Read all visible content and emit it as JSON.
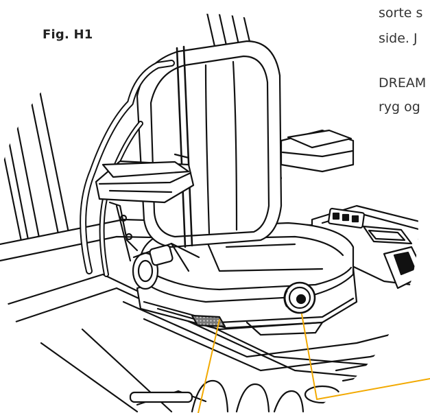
{
  "figure": {
    "label": "Fig. H1"
  },
  "text_lines": [
    "sorte s",
    "side. J",
    "DREAM",
    "ryg og"
  ],
  "colors": {
    "line_art": "#111111",
    "leader_line": "#f2a900",
    "text": "#333333",
    "label": "#222222"
  }
}
